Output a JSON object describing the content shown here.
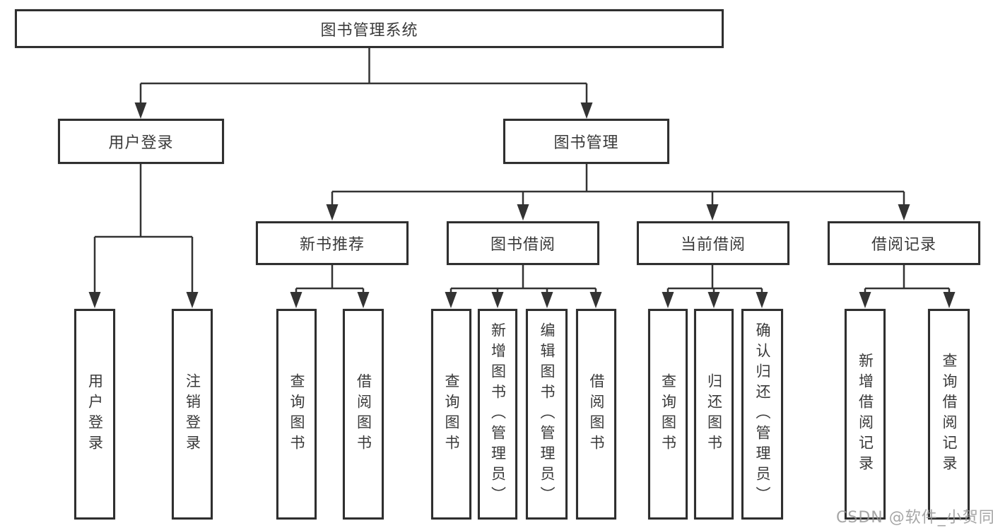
{
  "diagram_type": "hierarchy-tree",
  "nodes": {
    "root": "图书管理系统",
    "user_login": "用户登录",
    "book_mgmt": "图书管理",
    "new_books": "新书推荐",
    "book_borrow": "图书借阅",
    "current_borrow": "当前借阅",
    "borrow_records": "借阅记录",
    "leaves": {
      "user_login": [
        "用户登录",
        "注销登录"
      ],
      "new_books": [
        "查询图书",
        "借阅图书"
      ],
      "book_borrow": [
        "查询图书",
        "新增图书（管理员）",
        "编辑图书（管理员）",
        "借阅图书"
      ],
      "current_borrow": [
        "查询图书",
        "归还图书",
        "确认归还（管理员）"
      ],
      "borrow_records": [
        "新增借阅记录",
        "查询借阅记录"
      ]
    }
  },
  "watermark": "CSDN @软件_小贺同学",
  "colors": {
    "line": "#333333",
    "box_border": "#2f2f2f",
    "text": "#3a3a3a",
    "watermark": "#969696",
    "background": "#ffffff"
  }
}
